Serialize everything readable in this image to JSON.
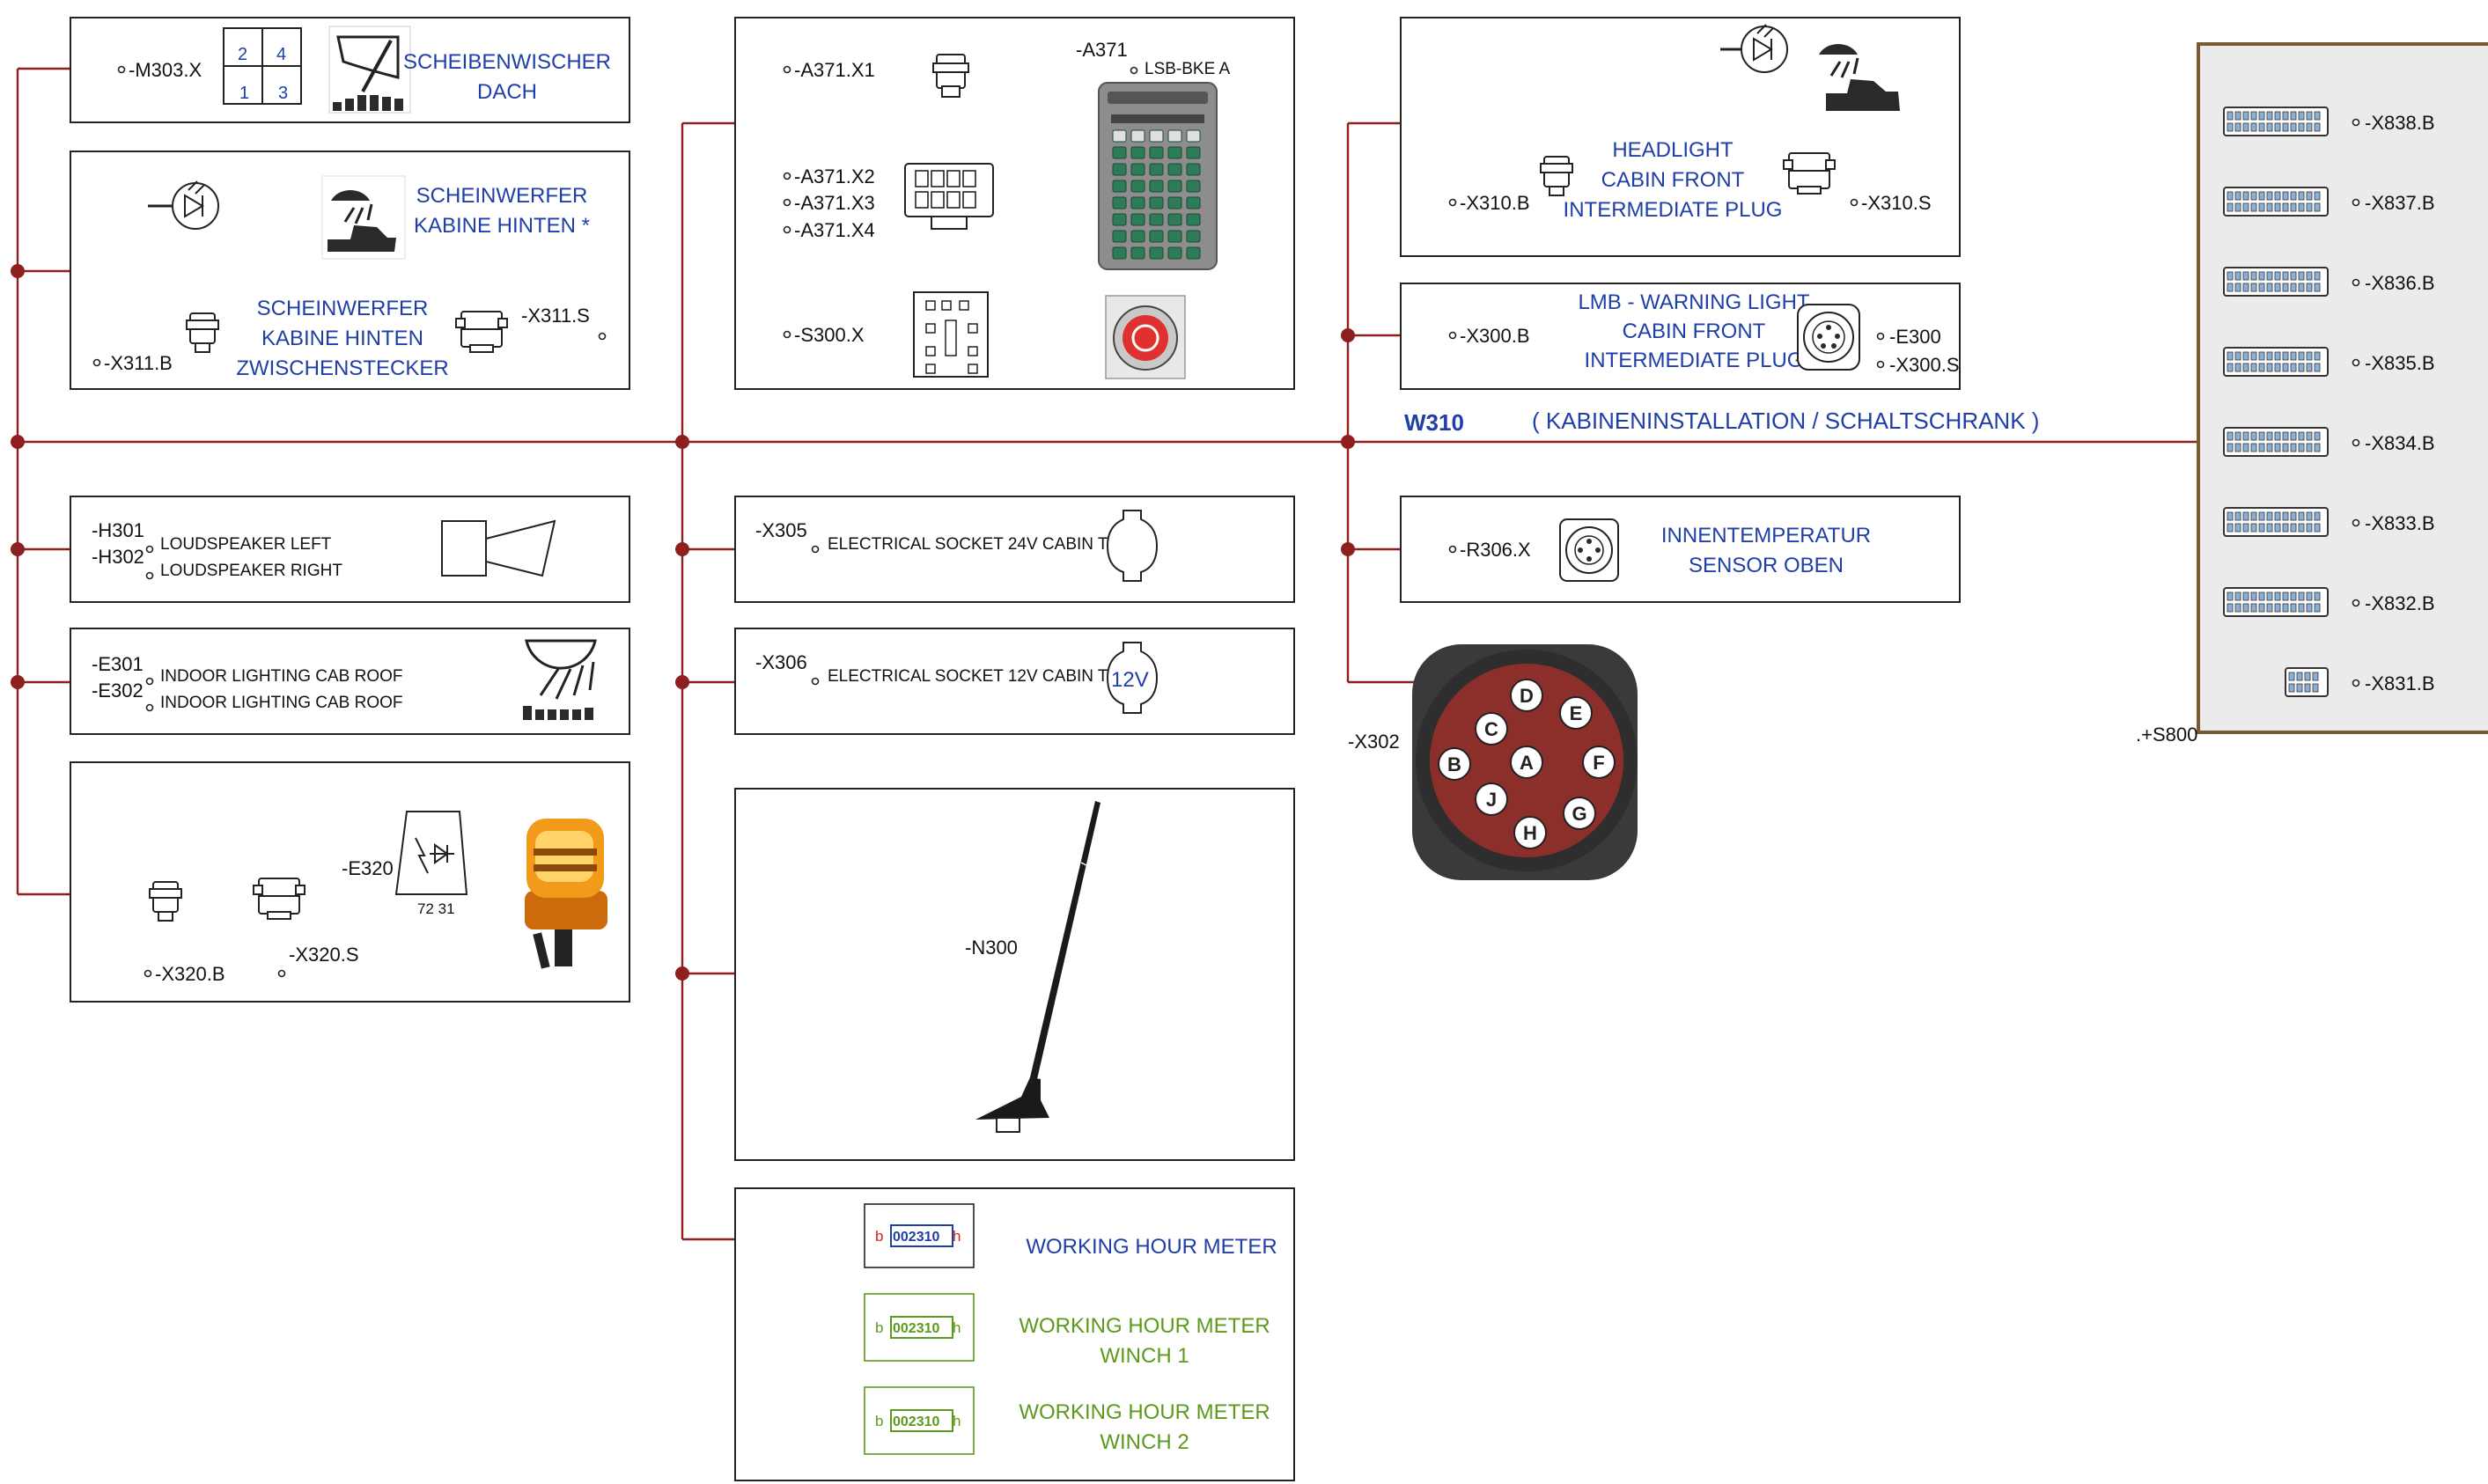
{
  "bus": {
    "name": "W310",
    "description": "( KABINENINSTALLATION / SCHALTSCHRANK )"
  },
  "left": {
    "wiper": {
      "conn": "-M303.X",
      "title": [
        "SCHEIBENWISCHER",
        "DACH"
      ],
      "pins": [
        "2",
        "4",
        "1",
        "3"
      ]
    },
    "rear_light": {
      "title": [
        "SCHEINWERFER",
        "KABINE HINTEN *"
      ],
      "plug_title": [
        "SCHEINWERFER",
        "KABINE HINTEN",
        "ZWISCHENSTECKER"
      ],
      "conn_b": "-X311.B",
      "conn_s": "-X311.S"
    },
    "speakers": {
      "ids": [
        "-H301",
        "-H302"
      ],
      "labels": [
        "LOUDSPEAKER  LEFT",
        "LOUDSPEAKER  RIGHT"
      ]
    },
    "indoor": {
      "ids": [
        "-E301",
        "-E302"
      ],
      "labels": [
        "INDOOR LIGHTING  CAB ROOF",
        "INDOOR LIGHTING  CAB ROOF"
      ]
    },
    "beacon": {
      "id": "-E320",
      "terminals": "72  31",
      "conn_b": "-X320.B",
      "conn_s": "-X320.S"
    }
  },
  "middle": {
    "a371": {
      "x1": "-A371.X1",
      "x2": "-A371.X2",
      "x3": "-A371.X3",
      "x4": "-A371.X4",
      "id": "-A371",
      "name": "LSB-BKE A",
      "s300": "-S300.X"
    },
    "x305": {
      "id": "-X305",
      "label": "ELECTRICAL SOCKET  24V  CABIN  TOP"
    },
    "x306": {
      "id": "-X306",
      "label": "ELECTRICAL SOCKET  12V  CABIN  TOP",
      "voltage": "12V"
    },
    "antenna": {
      "id": "-N300"
    },
    "meters": {
      "reading": "002310",
      "unit": "h",
      "prefix": "b",
      "m1": [
        "WORKING HOUR METER"
      ],
      "m2": [
        "WORKING HOUR METER",
        "WINCH  1"
      ],
      "m3": [
        "WORKING HOUR METER",
        "WINCH  2"
      ]
    }
  },
  "right": {
    "headlight": {
      "title": [
        "HEADLIGHT",
        "CABIN  FRONT",
        "INTERMEDIATE PLUG"
      ],
      "conn_b": "-X310.B",
      "conn_s": "-X310.S"
    },
    "lmb": {
      "title": [
        "LMB - WARNING LIGHT",
        "CABIN  FRONT",
        "INTERMEDIATE PLUG"
      ],
      "conn_b": "-X300.B",
      "e": "-E300",
      "conn_s": "-X300.S"
    },
    "temp": {
      "id": "-R306.X",
      "title": [
        "INNENTEMPERATUR",
        "SENSOR OBEN"
      ]
    },
    "x302": {
      "id": "-X302",
      "pins": [
        "D",
        "E",
        "C",
        "B",
        "A",
        "F",
        "J",
        "G",
        "H"
      ]
    }
  },
  "cabinet": {
    "id": ".+S800",
    "connectors": [
      "-X838.B",
      "-X837.B",
      "-X836.B",
      "-X835.B",
      "-X834.B",
      "-X833.B",
      "-X832.B",
      "-X831.B"
    ]
  },
  "colors": {
    "wire": "#8e1f1f",
    "label_blue": "#1f3fa6",
    "label_green": "#5c9a1c",
    "cabinet_border": "#7a5a32",
    "cabinet_fill": "#ebebeb",
    "meter_red": "#d32020"
  }
}
